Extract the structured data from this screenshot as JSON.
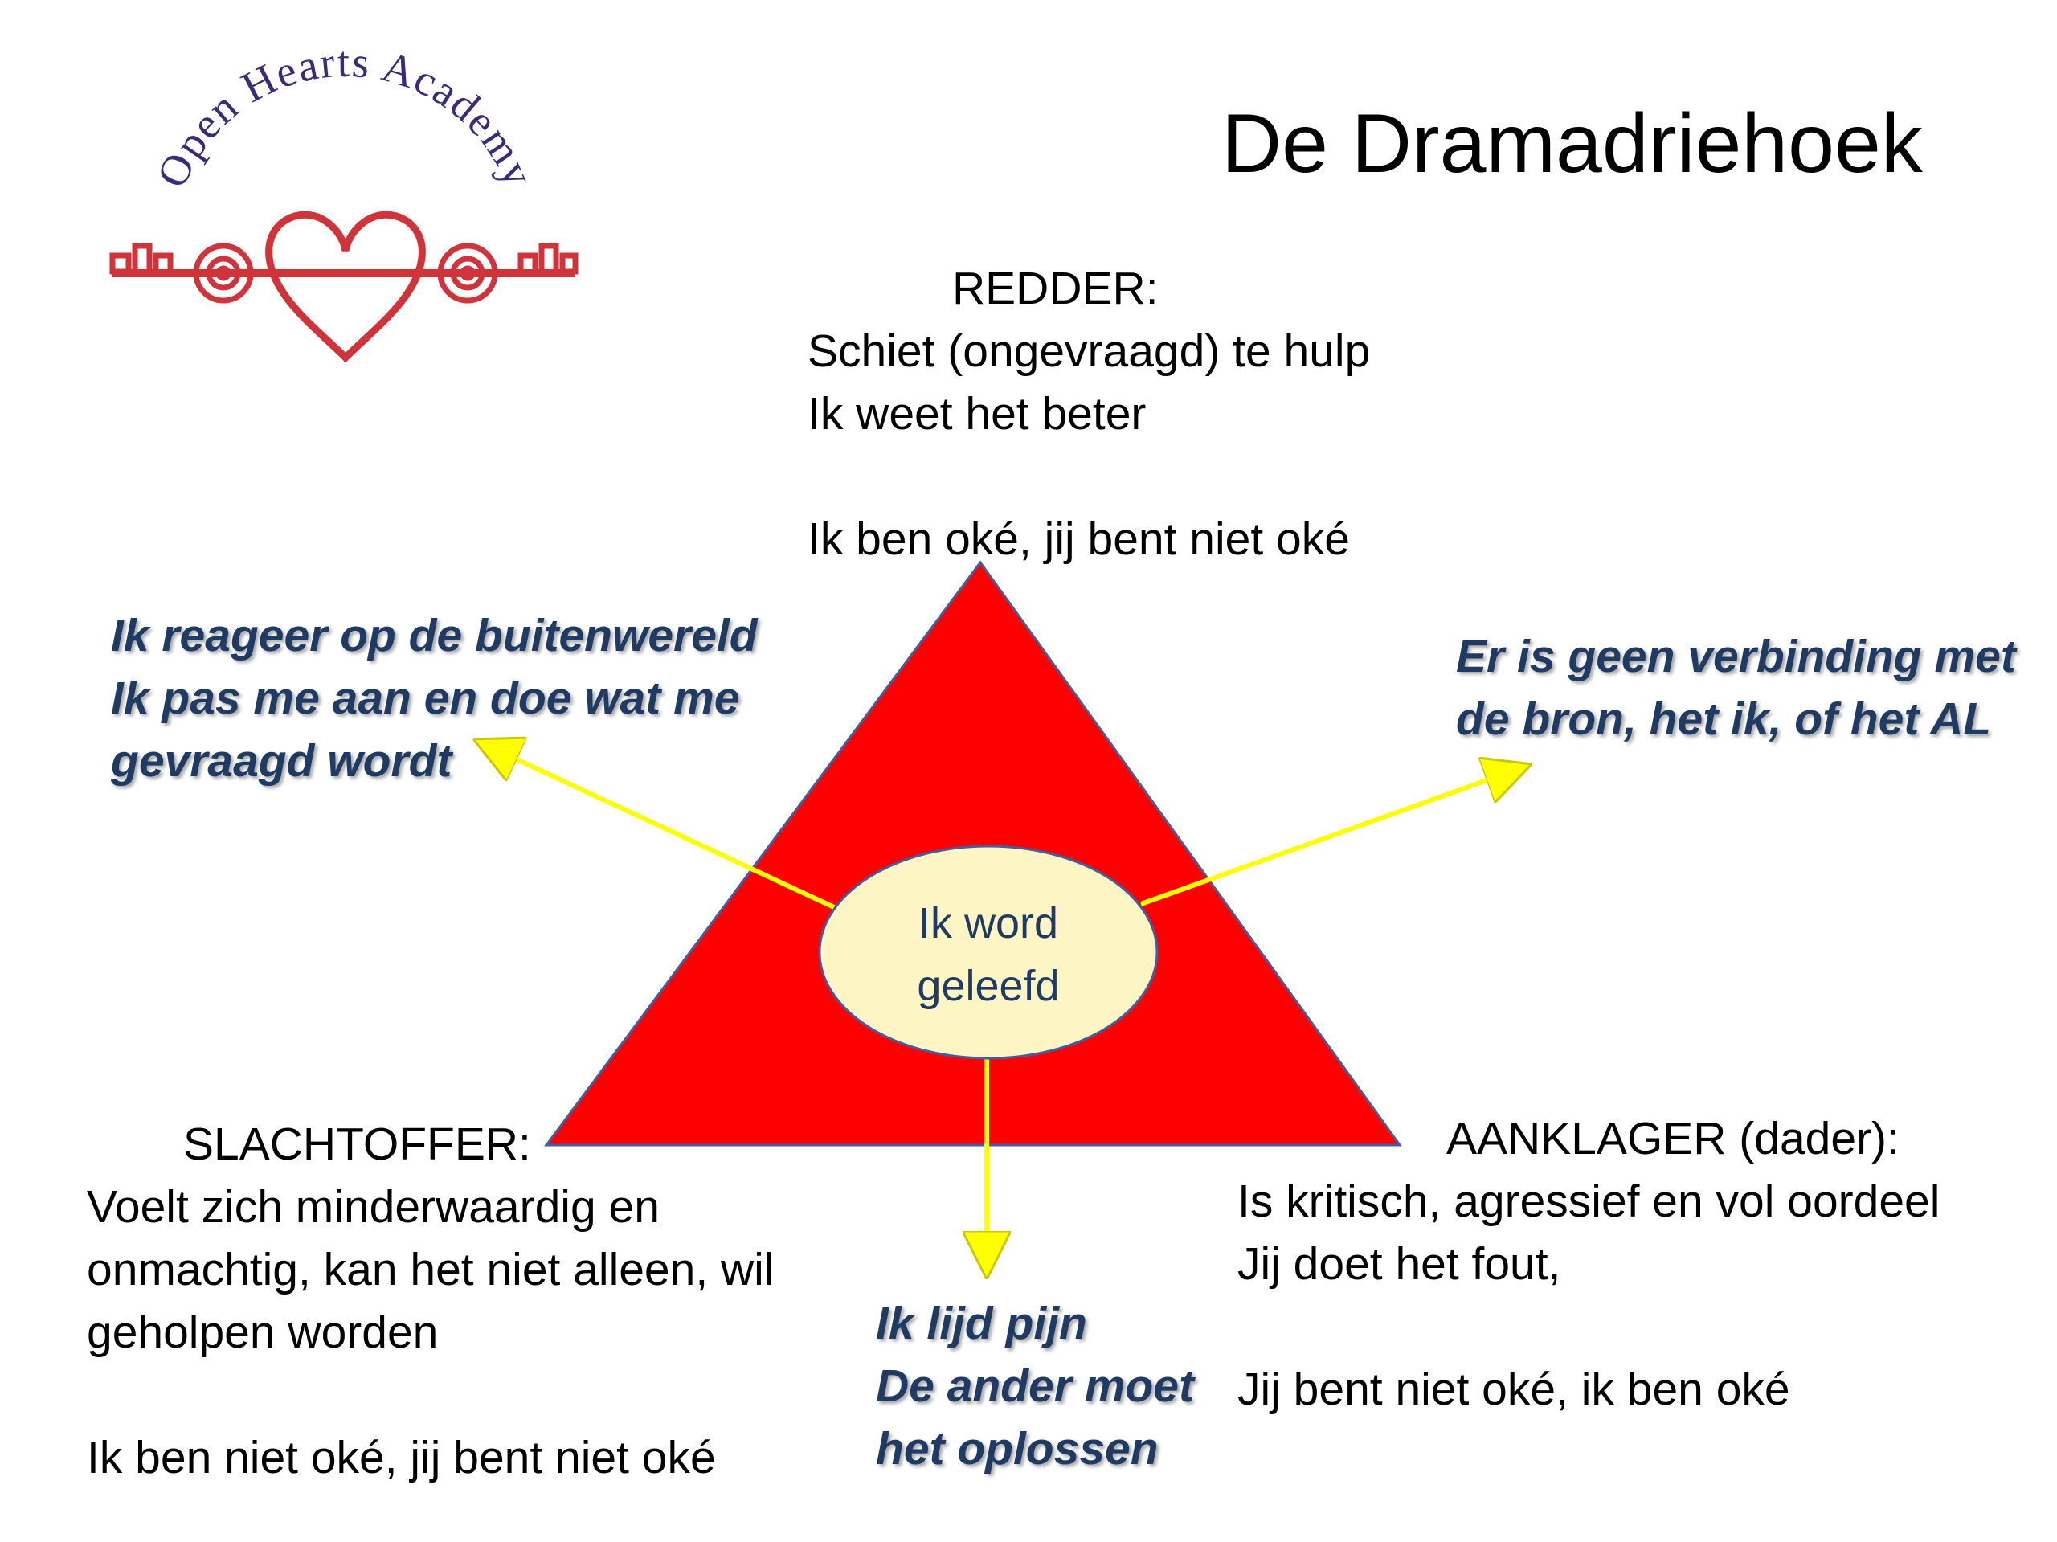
{
  "title": "De Dramadriehoek",
  "logo": {
    "text": "Open Hearts Academy",
    "heart_color": "#d0343a",
    "text_color": "#3a2a78"
  },
  "center": {
    "lines": [
      "Ik word",
      "geleefd"
    ]
  },
  "redder": {
    "heading": "REDDER:",
    "lines": [
      "Schiet (ongevraagd) te hulp",
      "Ik weet het beter",
      "",
      "Ik ben oké, jij bent niet oké"
    ]
  },
  "slachtoffer": {
    "heading": "SLACHTOFFER:",
    "lines": [
      "Voelt zich minderwaardig en",
      "onmachtig, kan het niet alleen, wil",
      "geholpen worden",
      "",
      "Ik ben niet oké, jij bent niet oké"
    ]
  },
  "aanklager": {
    "heading": "AANKLAGER (dader):",
    "lines": [
      "Is kritisch, agressief en vol oordeel",
      "Jij doet het fout,",
      "",
      "Jij bent niet oké, ik ben oké"
    ]
  },
  "arrow_left": {
    "lines": [
      "Ik reageer op de buitenwereld",
      "Ik pas me aan en doe wat me",
      "gevraagd wordt"
    ]
  },
  "arrow_right": {
    "lines": [
      "Er is geen verbinding met",
      "de bron, het ik, of het AL"
    ]
  },
  "arrow_down": {
    "lines": [
      "Ik lijd pijn",
      "De ander moet",
      "het oplossen"
    ]
  },
  "colors": {
    "triangle": "#ff0000",
    "ellipse_fill": "#fdf6c4",
    "arrow": "#ffff00",
    "blue_text": "#1f3b63"
  }
}
